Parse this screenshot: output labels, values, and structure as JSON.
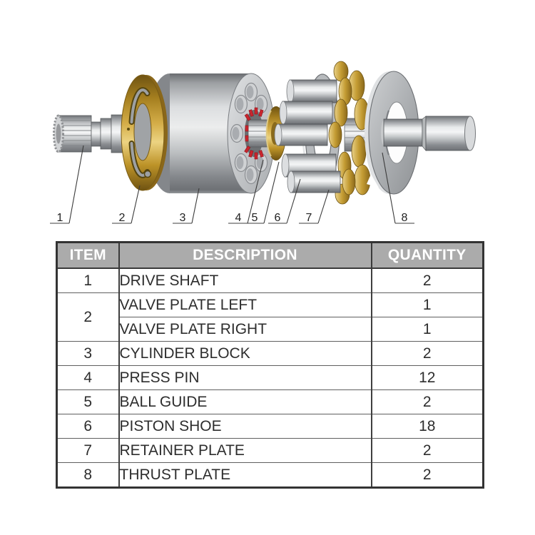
{
  "diagram": {
    "title": "hydraulic piston pump exploded view",
    "callouts": [
      {
        "label": "1",
        "points_to": "drive-shaft"
      },
      {
        "label": "2",
        "points_to": "valve-plate"
      },
      {
        "label": "3",
        "points_to": "cylinder-block"
      },
      {
        "label": "4",
        "points_to": "press-pin"
      },
      {
        "label": "5",
        "points_to": "ball-guide"
      },
      {
        "label": "6",
        "points_to": "piston-shoe"
      },
      {
        "label": "7",
        "points_to": "retainer-plate"
      },
      {
        "label": "8",
        "points_to": "thrust-plate"
      }
    ],
    "colors": {
      "gold": "#c9a23b",
      "steel_light": "#f2f3f4",
      "steel_dark": "#6f7276",
      "press_pin_red": "#c9252d",
      "leader_line": "#3c3c3c"
    }
  },
  "table": {
    "headers": [
      "ITEM",
      "DESCRIPTION",
      "QUANTITY"
    ],
    "header_bg": "#ababab",
    "rows": [
      {
        "item": "1",
        "desc": "DRIVE SHAFT",
        "qty": "2"
      },
      {
        "item": "2",
        "desc": "VALVE PLATE LEFT",
        "qty": "1"
      },
      {
        "desc": "VALVE PLATE RIGHT",
        "qty": "1"
      },
      {
        "item": "3",
        "desc": "CYLINDER BLOCK",
        "qty": "2"
      },
      {
        "item": "4",
        "desc": "PRESS PIN",
        "qty": "12"
      },
      {
        "item": "5",
        "desc": "BALL GUIDE",
        "qty": "2"
      },
      {
        "item": "6",
        "desc": "PISTON SHOE",
        "qty": "18"
      },
      {
        "item": "7",
        "desc": "RETAINER PLATE",
        "qty": "2"
      },
      {
        "item": "8",
        "desc": "THRUST PLATE",
        "qty": "2"
      }
    ]
  }
}
